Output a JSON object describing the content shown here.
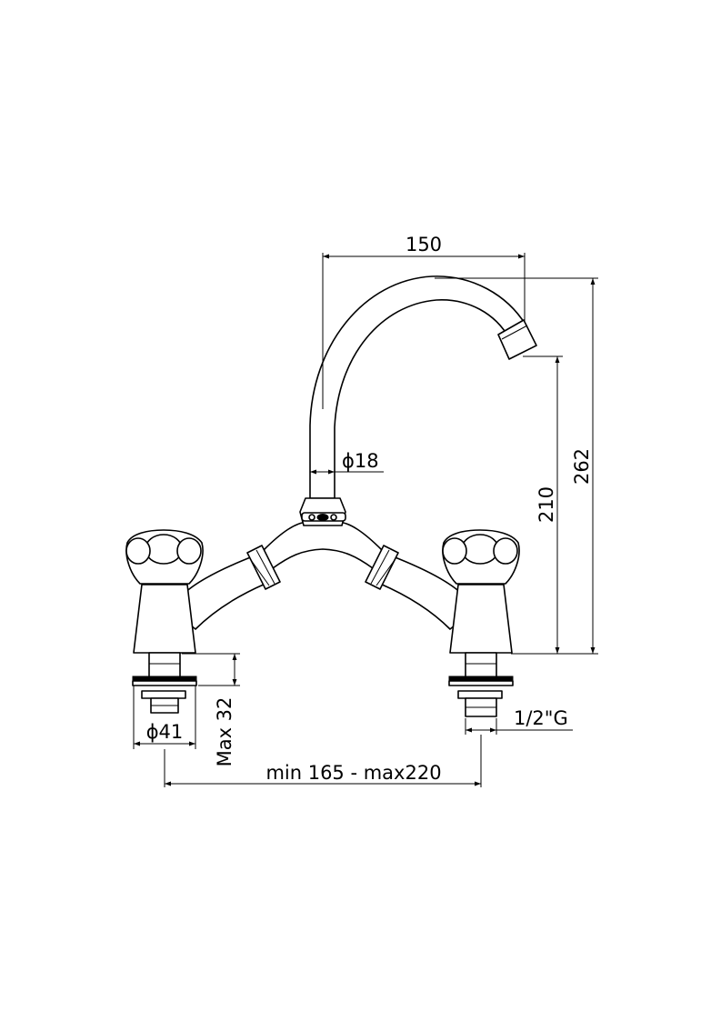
{
  "dimensions": {
    "spout_reach": "150",
    "total_height": "262",
    "spout_height": "210",
    "spout_diameter": "ϕ18",
    "base_diameter": "ϕ41",
    "max_deck_thickness": "Max 32",
    "thread_size": "1/2\"G",
    "center_distance": "min 165 - max220"
  }
}
